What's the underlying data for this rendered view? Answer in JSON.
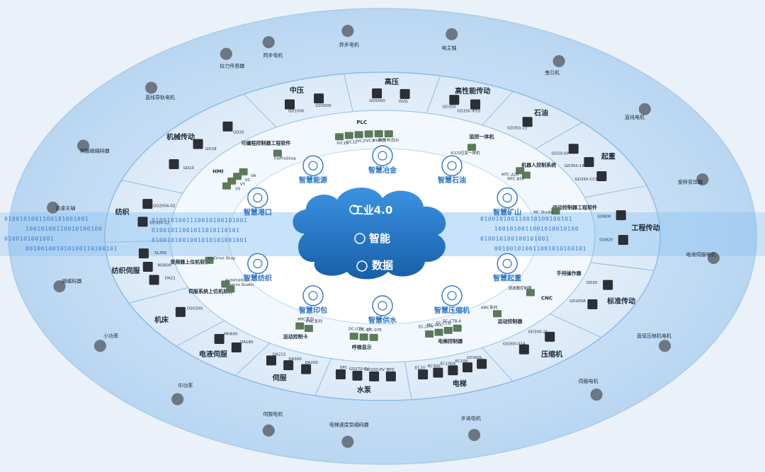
{
  "center": {
    "line1": "工业4.0",
    "line2": "智能",
    "line3": "数据"
  },
  "smart_apps": [
    "智慧冶金",
    "智慧石油",
    "智慧矿山",
    "智慧起重",
    "智慧压缩机",
    "智慧供水",
    "智慧印包",
    "智慧纺织",
    "智慧港口",
    "智慧能源"
  ],
  "binary": {
    "left": [
      "0100101001100101001001",
      "10010100110010100100",
      "0100101001001",
      "001001001010100110100101"
    ],
    "center": [
      "0100101001110010100101001",
      "01001011001011010110101",
      "0100101001001010101001001"
    ],
    "right": [
      "010010100110010100100101",
      "1001010011001010010100",
      "010010100100101001",
      "001001010011001010100101"
    ]
  },
  "segments": [
    {
      "label": "中压",
      "products": [
        "GD1000",
        "GD3000"
      ]
    },
    {
      "label": "高压",
      "products": [
        "GD5000",
        "ISVG"
      ]
    },
    {
      "label": "高性能传动",
      "products": [
        "GD350",
        "GD350 IP55"
      ]
    },
    {
      "label": "石油",
      "products": [
        "GD350-13"
      ]
    },
    {
      "label": "起重",
      "products": [
        "GD20-09",
        "GD350-19",
        "GD350-CCS"
      ]
    },
    {
      "label": "工程传动",
      "products": [
        "GD800",
        "GD820"
      ]
    },
    {
      "label": "标准传动",
      "products": [
        "GD20",
        "GD200A"
      ]
    },
    {
      "label": "压缩机",
      "products": [
        "GD300-21",
        "GD300-01A"
      ]
    },
    {
      "label": "电梯",
      "products": [
        "GD300L",
        "EC100",
        "EC100A",
        "EC300",
        "EC20"
      ]
    },
    {
      "label": "水泵",
      "products": [
        "BPD",
        "GD100-PV",
        "GD270-PV",
        "SPC"
      ]
    },
    {
      "label": "伺服",
      "products": [
        "DA200",
        "DA300",
        "DA213"
      ]
    },
    {
      "label": "电液伺服",
      "products": [
        "DA180",
        "MH600"
      ]
    },
    {
      "label": "机床",
      "products": [
        "DSV200"
      ]
    },
    {
      "label": "纺织伺服",
      "products": [
        "DA21",
        "WS600",
        "SL350"
      ]
    },
    {
      "label": "纺织",
      "products": [
        "GD350-12",
        "GD200A-02"
      ]
    },
    {
      "label": "机械传动",
      "products": [
        "GD10",
        "GD18",
        "GD20"
      ]
    }
  ],
  "mid_items": [
    {
      "label": "HMI",
      "products": [
        "VS",
        "VT",
        "VC",
        "VA"
      ]
    },
    {
      "label": "可编程控制器工程软件",
      "products": [
        "InoProShop"
      ]
    },
    {
      "label": "PLC",
      "products": [
        "IVC1S",
        "IVC1L",
        "IVC2",
        "IVC3",
        "AX系列",
        "AE分布式IO"
      ]
    },
    {
      "label": "监控一体机",
      "products": [
        "ICCD应变一体机"
      ]
    },
    {
      "label": "机器人控制系统",
      "products": [
        "MTC-A20",
        "MTC-B50"
      ]
    },
    {
      "label": "运动控制器工程软件",
      "products": [
        "MC Studio"
      ]
    },
    {
      "label": "手持操作器",
      "products": []
    },
    {
      "label": "CNC",
      "products": [
        "滤波器控制器"
      ]
    },
    {
      "label": "运动控制器",
      "products": [
        "AMC系列"
      ]
    },
    {
      "label": "电梯控制器",
      "products": [
        "EC-CTB-A",
        "EC-CCB",
        "MC-GCL",
        "EC-DPH"
      ]
    },
    {
      "label": "呼梯显示",
      "products": [
        "DC-07E",
        "DC-07",
        "DC-07N"
      ]
    },
    {
      "label": "运动控制卡",
      "products": [
        "PMC系列",
        "MTC系列"
      ]
    },
    {
      "label": "伺服系统上位机软件",
      "products": [
        "Servo Studio",
        "Automation"
      ]
    },
    {
      "label": "变频器上位机软件",
      "products": [
        "InoDrive Shop"
      ]
    }
  ],
  "outer_items": [
    "异步电机",
    "电主轴",
    "曳引机",
    "直线电机",
    "旋转变压器",
    "电液伺服电机",
    "直驱压缩机电机",
    "伺服电机",
    "步进电机",
    "电梯速度型编码器",
    "伺服电机",
    "中功率",
    "小功率",
    "磁编码器",
    "高速主轴",
    "伺服磁编码器",
    "直线导轨电机",
    "同步电机",
    "拉力传感器"
  ],
  "colors": {
    "ring_outer": "#c7def4",
    "ring_mid": "#e6f1fb",
    "ring_inner": "#ffffff",
    "accent": "#2a74c8",
    "cloud": "#1f77c9",
    "binary_band": "#a6cff2"
  }
}
